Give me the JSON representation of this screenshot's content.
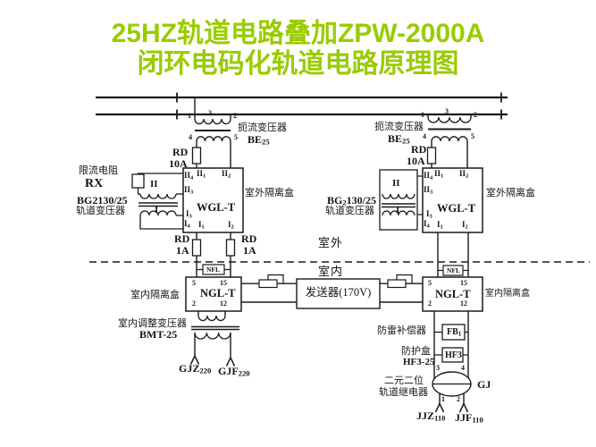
{
  "title": {
    "line1": "25HZ轨道电路叠加ZPW-2000A",
    "line2": "闭环电码化轨道电路原理图",
    "color": "#99CC00"
  },
  "zones": {
    "outdoor": "室外",
    "indoor": "室内"
  },
  "choke": {
    "name": "扼流变压器",
    "model_base": "BE",
    "model_sub": "25",
    "t1": "1",
    "t2": "2",
    "t3": "3",
    "t4": "4",
    "t5": "5"
  },
  "fuses": {
    "rd": "RD",
    "a10": "10A",
    "a1": "1A"
  },
  "rx": {
    "name": "限流电阻",
    "label": "RX"
  },
  "track_transformer": {
    "model_left": "BG2130/25",
    "model_right_base": "BG",
    "model_right_sub": "2",
    "model_right_rest": "130/25",
    "name": "轨道变压器",
    "winding2": "II",
    "winding1": "I"
  },
  "wgl": {
    "label": "WGL-T",
    "caption": "室外隔离盒",
    "roman2": "II",
    "roman1": "I",
    "n1": "1",
    "n2": "2",
    "n3": "3",
    "n4": "4"
  },
  "nfl": {
    "label": "NFL"
  },
  "ngl": {
    "label": "NGL-T",
    "caption": "室内隔离盒",
    "t5": "5",
    "t15": "15",
    "t2": "2",
    "t12": "12"
  },
  "transmitter": {
    "label": "发送器(170V)"
  },
  "bmt": {
    "name": "室内调整变压器",
    "model": "BMT-25"
  },
  "terminals_bottom_left": {
    "gjz_base": "GJZ",
    "gjz_sub": "220",
    "gjf_base": "GJF",
    "gjf_sub": "220"
  },
  "fb": {
    "name": "防雷补偿器",
    "base": "FB",
    "sub": "1"
  },
  "hf": {
    "name": "防护盒",
    "model": "HF3-25",
    "label": "HF3"
  },
  "gj": {
    "name_line1": "二元二位",
    "name_line2": "轨道继电器",
    "label": "GJ",
    "t3": "3",
    "t4": "4",
    "t1": "1",
    "t2": "2"
  },
  "terminals_bottom_right": {
    "jjz_base": "JJZ",
    "jjz_sub": "110",
    "jjf_base": "JJF",
    "jjf_sub": "110"
  }
}
